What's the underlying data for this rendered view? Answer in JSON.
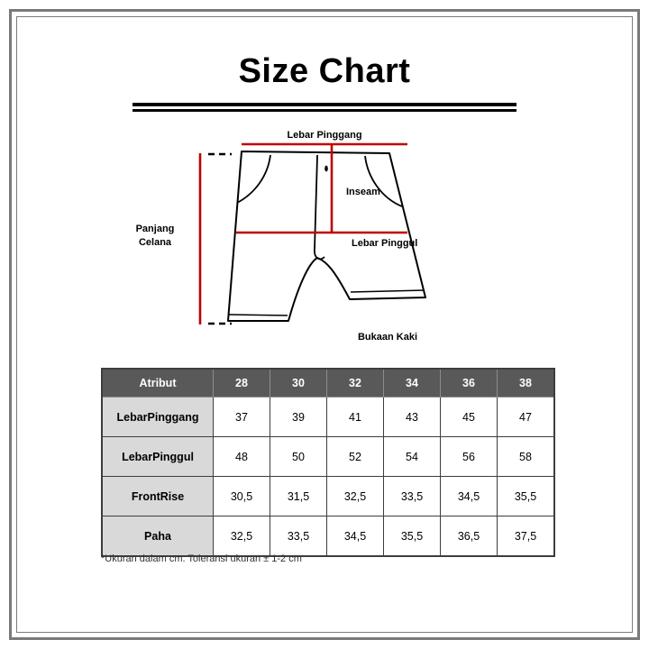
{
  "title": "Size Chart",
  "diagram": {
    "labels": {
      "lebar_pinggang": "Lebar Pinggang",
      "inseam": "Inseam",
      "panjang_line1": "Panjang",
      "panjang_line2": "Celana",
      "lebar_pinggul": "Lebar Pinggul",
      "bukaan_kaki": "Bukaan Kaki"
    },
    "accent_color": "#c00000"
  },
  "table": {
    "header": [
      "Atribut",
      "28",
      "30",
      "32",
      "34",
      "36",
      "38"
    ],
    "rows": [
      {
        "label": "LebarPinggang",
        "values": [
          "37",
          "39",
          "41",
          "43",
          "45",
          "47"
        ]
      },
      {
        "label": "LebarPinggul",
        "values": [
          "48",
          "50",
          "52",
          "54",
          "56",
          "58"
        ]
      },
      {
        "label": "FrontRise",
        "values": [
          "30,5",
          "31,5",
          "32,5",
          "33,5",
          "34,5",
          "35,5"
        ]
      },
      {
        "label": "Paha",
        "values": [
          "32,5",
          "33,5",
          "34,5",
          "35,5",
          "36,5",
          "37,5"
        ]
      }
    ],
    "header_bg": "#595959",
    "label_bg": "#d9d9d9"
  },
  "footnote": "*Ukuran dalam cm. Toleransi ukuran ± 1-2 cm"
}
